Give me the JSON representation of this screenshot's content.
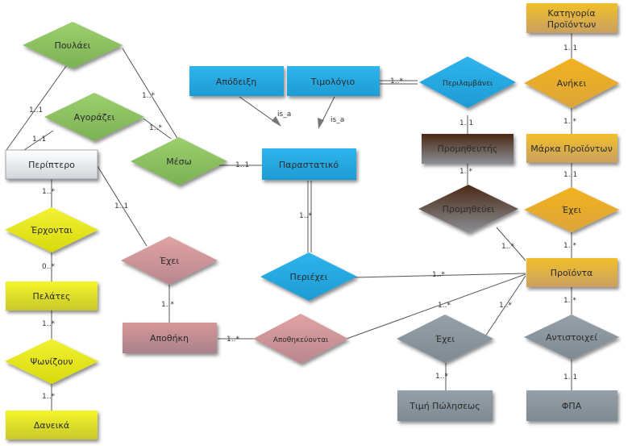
{
  "entities": {
    "periptero": "Περίπτερο",
    "pelates": "Πελάτες",
    "daneika": "Δανεικά",
    "apothiki": "Αποθήκη",
    "apodeixi": "Απόδειξη",
    "timologio": "Τιμολόγιο",
    "parastatiko": "Παραστατικό",
    "promitheftis": "Προμηθευτής",
    "kategoria_1": "Κατηγορία",
    "kategoria_2": "Προϊόντων",
    "marka": "Μάρκα Προϊόντων",
    "proionta": "Προϊόντα",
    "timi": "Τιμή Πώλησεως",
    "fpa": "ΦΠΑ"
  },
  "relationships": {
    "poulaei": "Πουλάει",
    "agorazei": "Αγοράζει",
    "meso": "Μέσω",
    "erxontai": "Έρχονται",
    "psonizoun": "Ψωνίζουν",
    "exei_apothiki": "Έχει",
    "apothikevontai": "Αποθηκεύονται",
    "periexei": "Περιέχει",
    "perilamvanei": "Περιλαμβάνει",
    "promitheuei": "Προμηθεύει",
    "anikei": "Ανήκει",
    "exei_marka": "Έχει",
    "exei_timi": "Έχει",
    "antistoixei": "Αντιστοιχεί"
  },
  "is_a": "is_a",
  "cardinalities": {
    "poulaei_periptero": "1..1",
    "poulaei_meso": "1..*",
    "agorazei_periptero": "1..1",
    "agorazei_meso": "1..*",
    "meso_parastatiko": "1..1",
    "periptero_erxontai": "1..*",
    "erxontai_pelates": "0..*",
    "pelates_psonizoun": "1..*",
    "psonizoun_daneika": "1..*",
    "periptero_exei": "1..1",
    "exei_apothiki": "1..*",
    "apothiki_apothikevontai": "1..*",
    "apothikevontai_proionta": "1..*",
    "parastatiko_periexei": "1..*",
    "periexei_proionta": "1..*",
    "timologio_perilamvanei": "1..*",
    "perilamvanei_promitheftis": "1..1",
    "promitheftis_promitheuei": "1..*",
    "promitheuei_proionta": "1..*",
    "kategoria_anikei": "1..1",
    "anikei_marka": "1..*",
    "marka_exei": "1..1",
    "exei_proionta": "1..*",
    "proionta_exei_timi": "1..*",
    "exei_timi_timi": "1..*",
    "proionta_antistoixei": "1..*",
    "antistoixei_fpa": "1..1"
  },
  "colors": {
    "green": "#8cc063",
    "yellow": "#e8ea1e",
    "blue": "#29abe2",
    "pink": "#d99a9c",
    "brown": "#5a3520",
    "orange": "#e9b22a",
    "gray": "#8f9aa2",
    "white": "#f4f6f7"
  }
}
